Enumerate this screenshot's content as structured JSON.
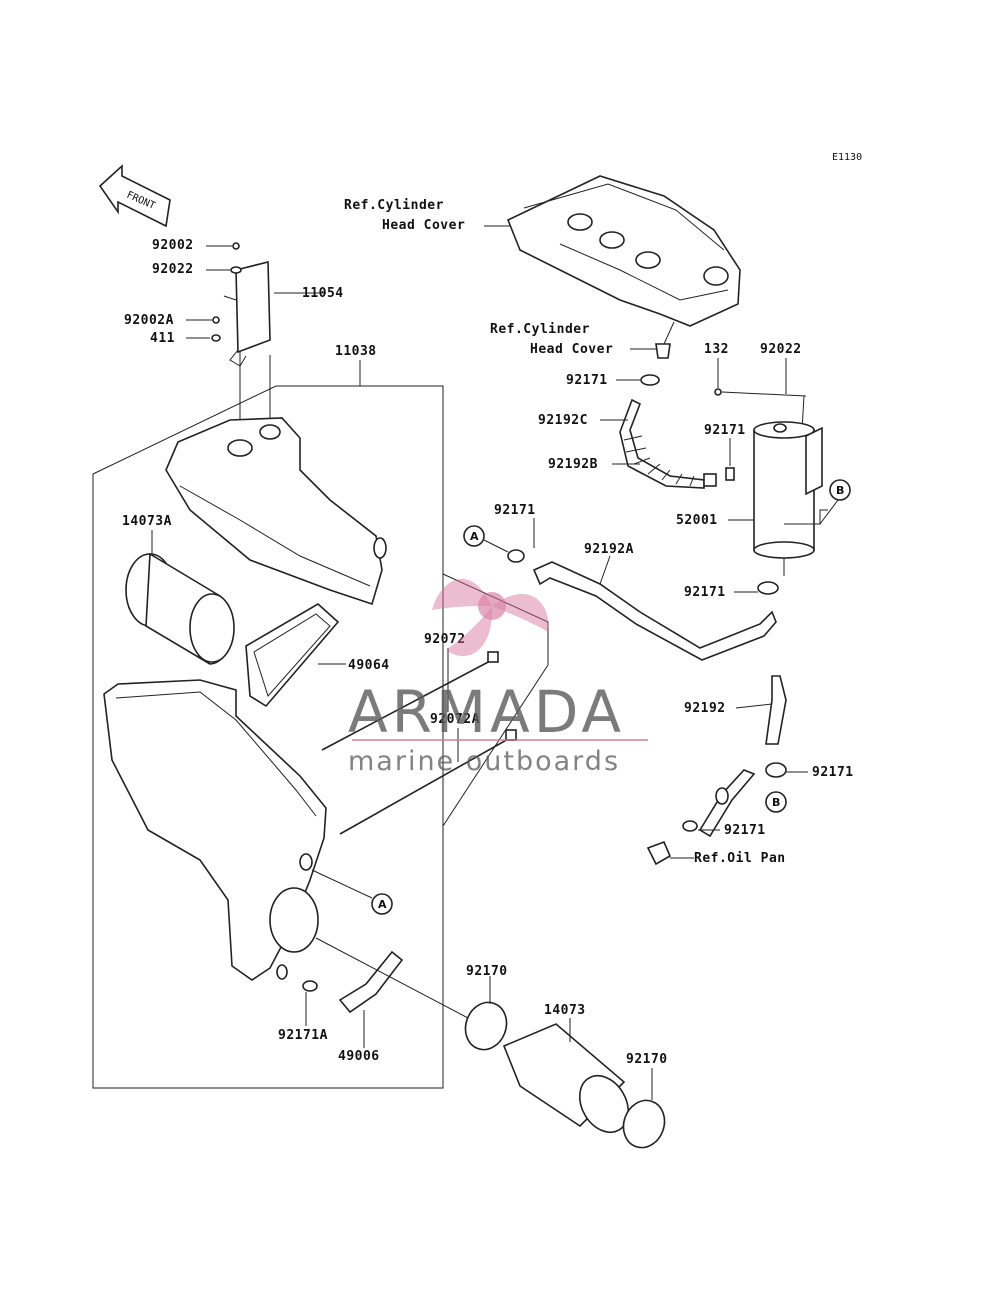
{
  "diagram_code": "E1130",
  "front_label": "FRONT",
  "labels": {
    "p92002": "92002",
    "p92022_top": "92022",
    "p11054": "11054",
    "p92002A": "92002A",
    "p411": "411",
    "p11038": "11038",
    "p14073A": "14073A",
    "p49064": "49064",
    "p92171A": "92171A",
    "p49006": "49006",
    "p92170_a": "92170",
    "p14073": "14073",
    "p92170_b": "92170",
    "p92072": "92072",
    "p92072A": "92072A",
    "p92171_a": "92171",
    "p92192A": "92192A",
    "p92171_b": "92171",
    "p92192C": "92192C",
    "p92192B": "92192B",
    "p92171_c": "92171",
    "p52001": "52001",
    "p92171_d": "92171",
    "p132": "132",
    "p92022_right": "92022",
    "p92192": "92192",
    "p92171_e": "92171",
    "p92171_f": "92171"
  },
  "refs": {
    "cyl_head_1_line1": "Ref.Cylinder",
    "cyl_head_1_line2": "Head Cover",
    "cyl_head_2_line1": "Ref.Cylinder",
    "cyl_head_2_line2": "Head Cover",
    "oil_pan": "Ref.Oil Pan"
  },
  "callouts": {
    "a1": "A",
    "a2": "A",
    "b1": "B",
    "b2": "B"
  },
  "watermark": {
    "brand": "ARMADA",
    "tagline": "marine outboards",
    "accent_color": "#d6709a",
    "text_color": "#5a5a5a"
  }
}
